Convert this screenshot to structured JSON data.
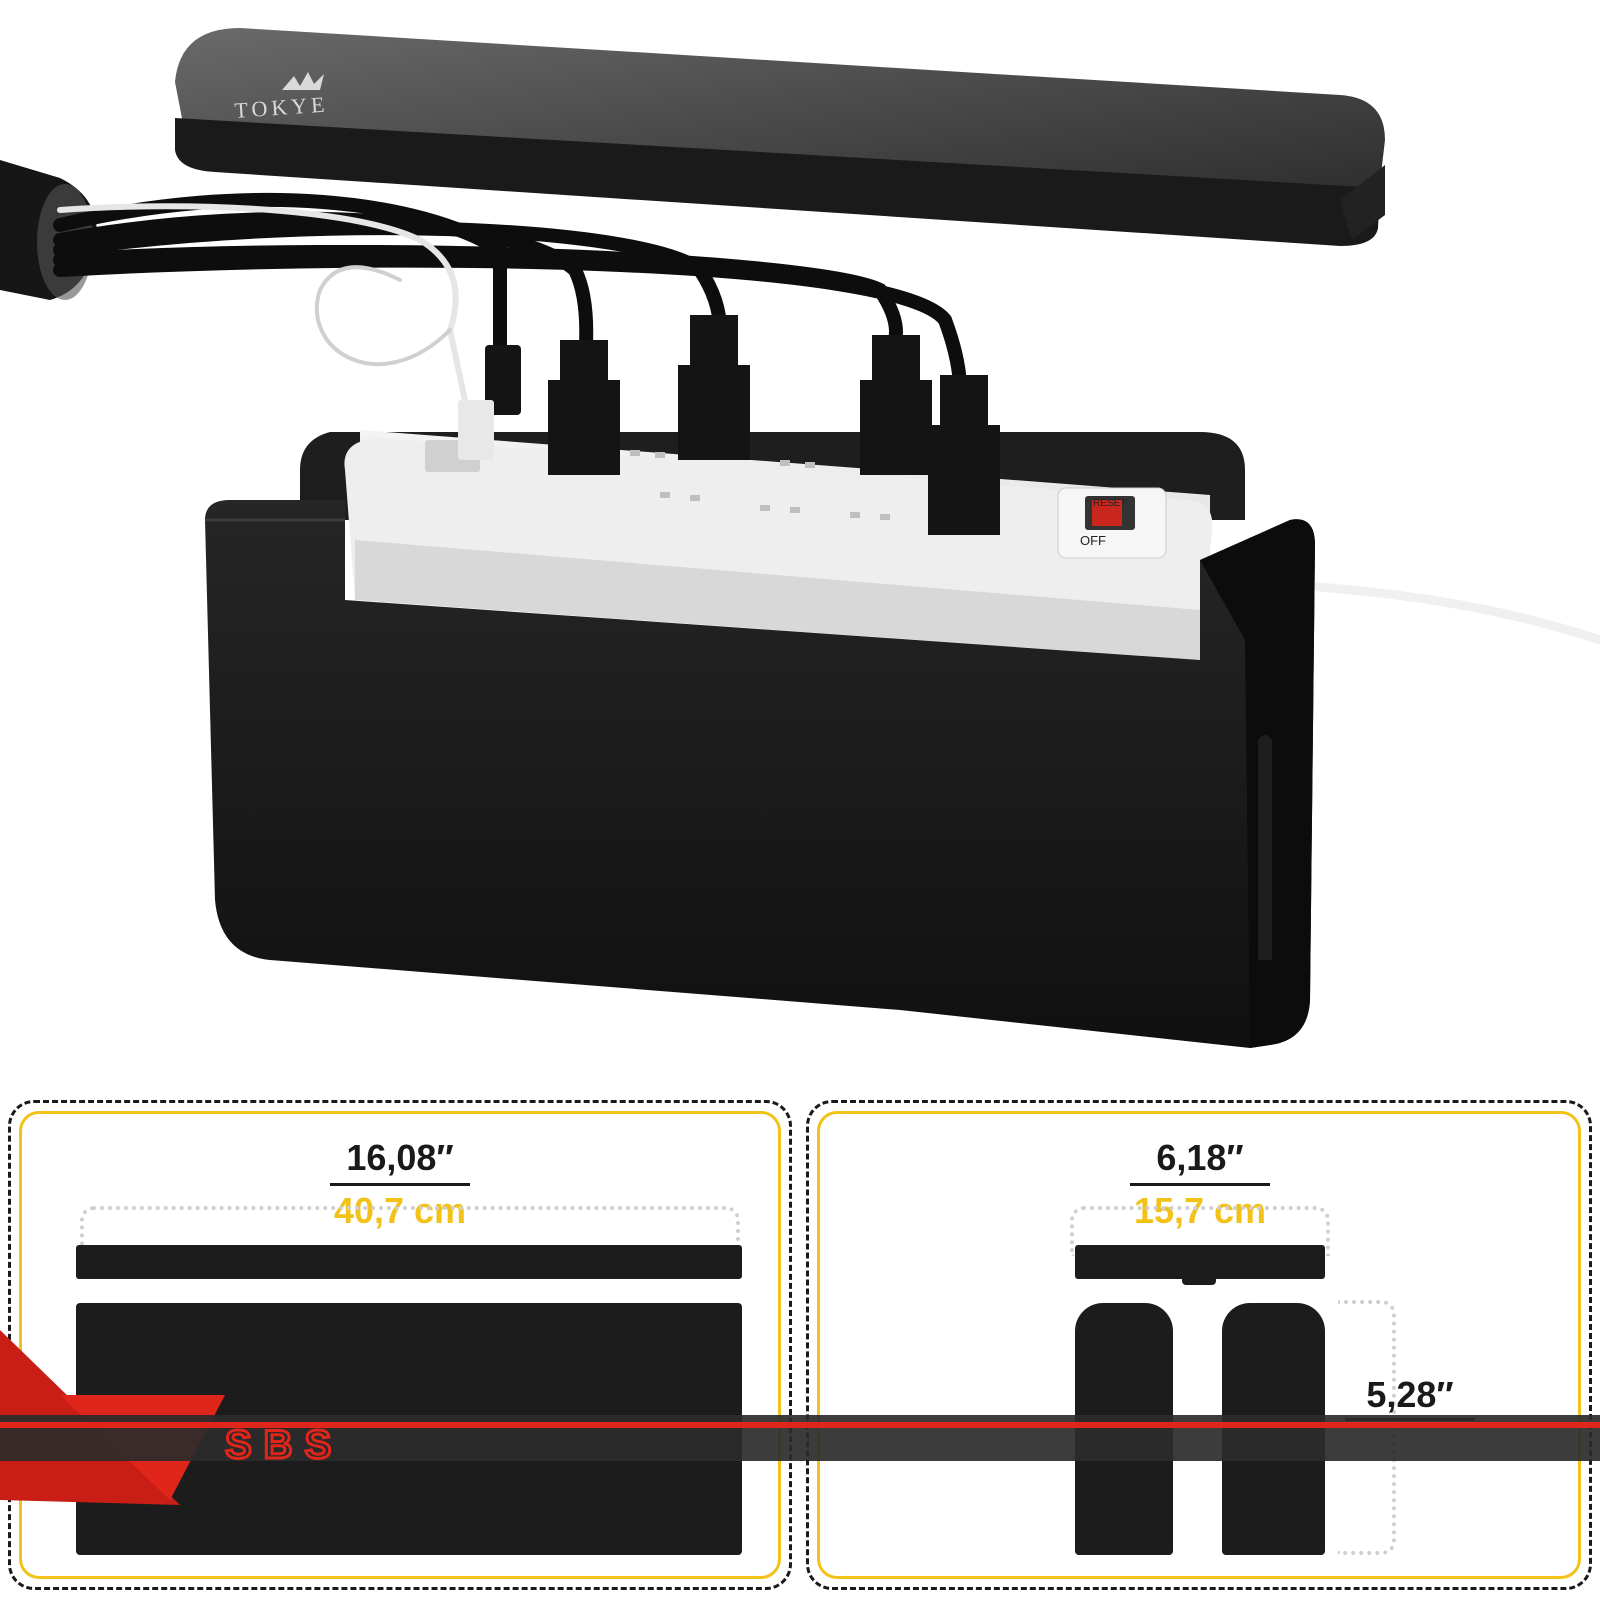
{
  "product": {
    "lid_logo": "TOKYE",
    "switch_top": "RESET",
    "switch_bottom": "OFF"
  },
  "dimensions": {
    "length_in": "16,08″",
    "length_cm": "40,7 cm",
    "width_in": "6,18″",
    "width_cm": "15,7 cm",
    "height_in": "5,28″"
  },
  "watermark": {
    "text": "SBS"
  },
  "colors": {
    "accent_yellow": "#f2c218",
    "box_black": "#1c1c1c",
    "watermark_red": "#e0251b"
  }
}
